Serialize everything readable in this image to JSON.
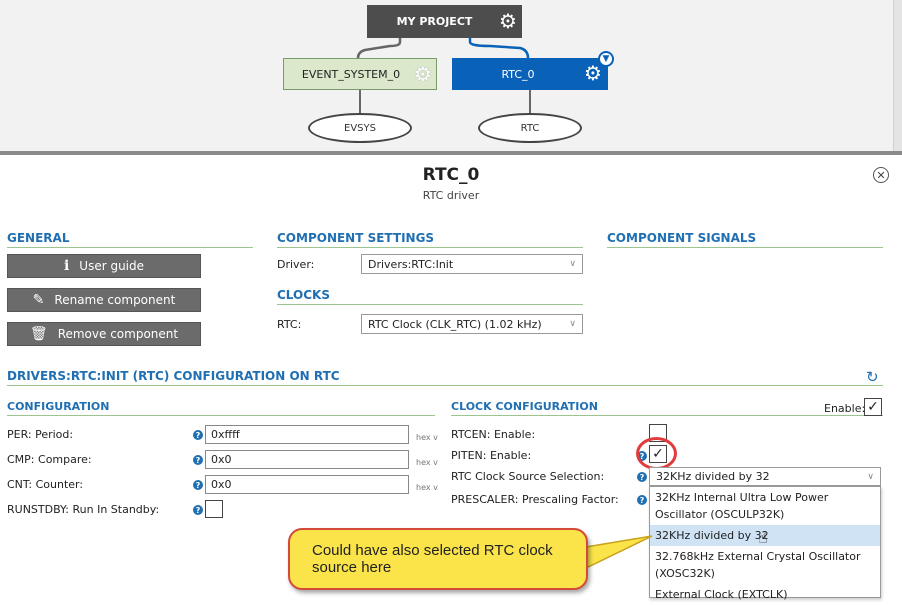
{
  "graph": {
    "project": "MY PROJECT",
    "event_system": "EVENT_SYSTEM_0",
    "rtc_node": "RTC_0",
    "evsys_port": "EVSYS",
    "rtc_port": "RTC"
  },
  "component": {
    "name": "RTC_0",
    "subtitle": "RTC driver"
  },
  "general": {
    "heading": "GENERAL",
    "user_guide": "User guide",
    "rename": "Rename component",
    "remove": "Remove component"
  },
  "settings": {
    "heading": "COMPONENT SETTINGS",
    "driver_label": "Driver:",
    "driver_value": "Drivers:RTC:Init",
    "clocks_heading": "CLOCKS",
    "rtc_label": "RTC:",
    "rtc_value": "RTC Clock (CLK_RTC) (1.02 kHz)"
  },
  "signals": {
    "heading": "COMPONENT SIGNALS"
  },
  "config_title": "DRIVERS:RTC:INIT (RTC) CONFIGURATION ON RTC",
  "configuration": {
    "heading": "CONFIGURATION",
    "per_label": "PER: Period:",
    "per_value": "0xffff",
    "cmp_label": "CMP: Compare:",
    "cmp_value": "0x0",
    "cnt_label": "CNT: Counter:",
    "cnt_value": "0x0",
    "unit": "hex v",
    "runstdby_label": "RUNSTDBY: Run In Standby:"
  },
  "clock_config": {
    "heading": "CLOCK CONFIGURATION",
    "enable_label": "Enable:",
    "rtcen_label": "RTCEN: Enable:",
    "piten_label": "PITEN: Enable:",
    "source_label": "RTC Clock Source Selection:",
    "source_value": "32KHz divided by 32",
    "prescaler_label": "PRESCALER: Prescaling Factor:",
    "options": [
      "32KHz Internal Ultra Low Power Oscillator (OSCULP32K)",
      "32KHz divided by 32",
      "32.768kHz External Crystal Oscillator (XOSC32K)",
      "External Clock (EXTCLK)"
    ]
  },
  "callout": {
    "text": "Could have also selected RTC clock source here"
  },
  "colors": {
    "accent": "#1f6fb2",
    "rtc_node": "#0a62b8",
    "event_node": "#dbe8cc",
    "project_node": "#4d4d4d",
    "callout": "#fbe44a",
    "highlight_ring": "#e23b3b"
  },
  "icons": [
    "gear-icon",
    "filter-icon",
    "close-icon",
    "info-icon",
    "pencil-icon",
    "trash-icon",
    "refresh-icon",
    "help-icon",
    "check-icon",
    "chevron-down-icon",
    "hand-cursor-icon"
  ]
}
